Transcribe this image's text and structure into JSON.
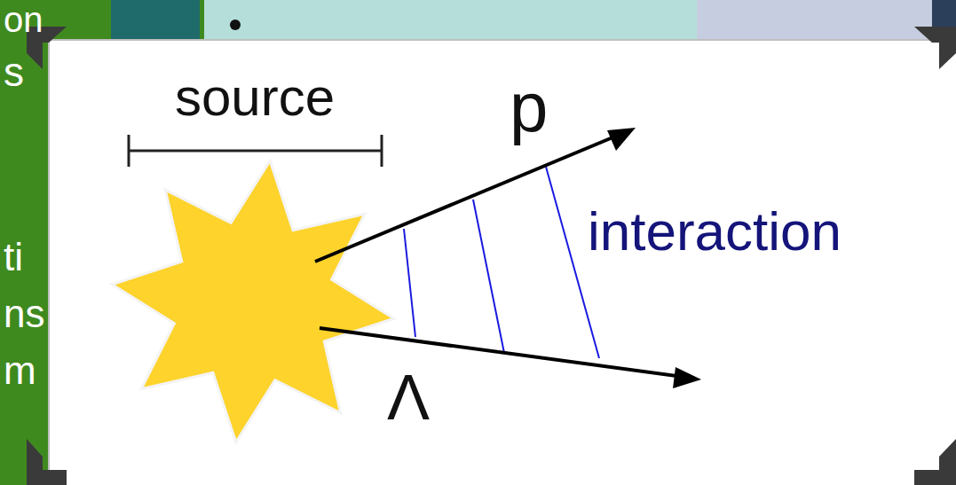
{
  "diagram": {
    "labels": [
      "on",
      "s",
      "source",
      "p",
      "interaction",
      "ti",
      "ns",
      "Λ",
      "m"
    ]
  }
}
